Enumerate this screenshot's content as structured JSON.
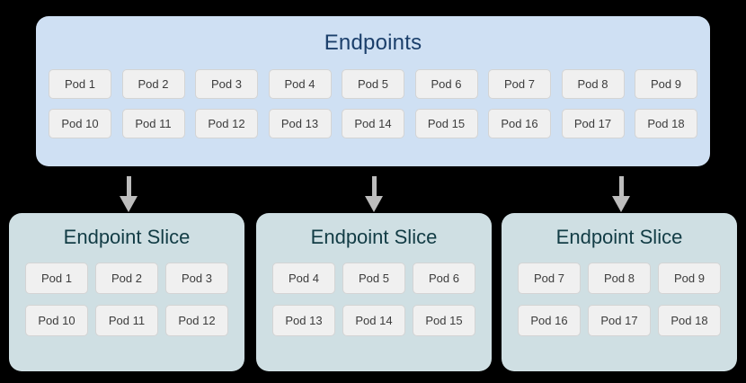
{
  "diagram": {
    "type": "kubernetes-endpointslice-diagram",
    "colors": {
      "endpoints_panel_bg": "#cfe0f3",
      "endpoints_title": "#1b3f6b",
      "slice_panel_bg": "#cfdfe3",
      "slice_title": "#123c45",
      "pod_chip_bg": "#f0f0f0",
      "pod_chip_border": "#d4d4d4",
      "pod_chip_text": "#3c3c3c",
      "arrow": "#bdbdbd",
      "background": "#000000"
    },
    "endpoints": {
      "title": "Endpoints",
      "rows": [
        [
          "Pod 1",
          "Pod 2",
          "Pod 3",
          "Pod 4",
          "Pod 5",
          "Pod 6",
          "Pod 7",
          "Pod 8",
          "Pod 9"
        ],
        [
          "Pod 10",
          "Pod 11",
          "Pod 12",
          "Pod 13",
          "Pod 14",
          "Pod 15",
          "Pod 16",
          "Pod 17",
          "Pod 18"
        ]
      ]
    },
    "arrows": [
      {
        "name": "arrow-to-slice-1",
        "glyph": "down-arrow-icon"
      },
      {
        "name": "arrow-to-slice-2",
        "glyph": "down-arrow-icon"
      },
      {
        "name": "arrow-to-slice-3",
        "glyph": "down-arrow-icon"
      }
    ],
    "slices": [
      {
        "title": "Endpoint Slice",
        "rows": [
          [
            "Pod 1",
            "Pod 2",
            "Pod 3"
          ],
          [
            "Pod 10",
            "Pod 11",
            "Pod 12"
          ]
        ]
      },
      {
        "title": "Endpoint Slice",
        "rows": [
          [
            "Pod 4",
            "Pod 5",
            "Pod 6"
          ],
          [
            "Pod 13",
            "Pod 14",
            "Pod 15"
          ]
        ]
      },
      {
        "title": "Endpoint Slice",
        "rows": [
          [
            "Pod 7",
            "Pod 8",
            "Pod 9"
          ],
          [
            "Pod 16",
            "Pod 17",
            "Pod 18"
          ]
        ]
      }
    ]
  }
}
